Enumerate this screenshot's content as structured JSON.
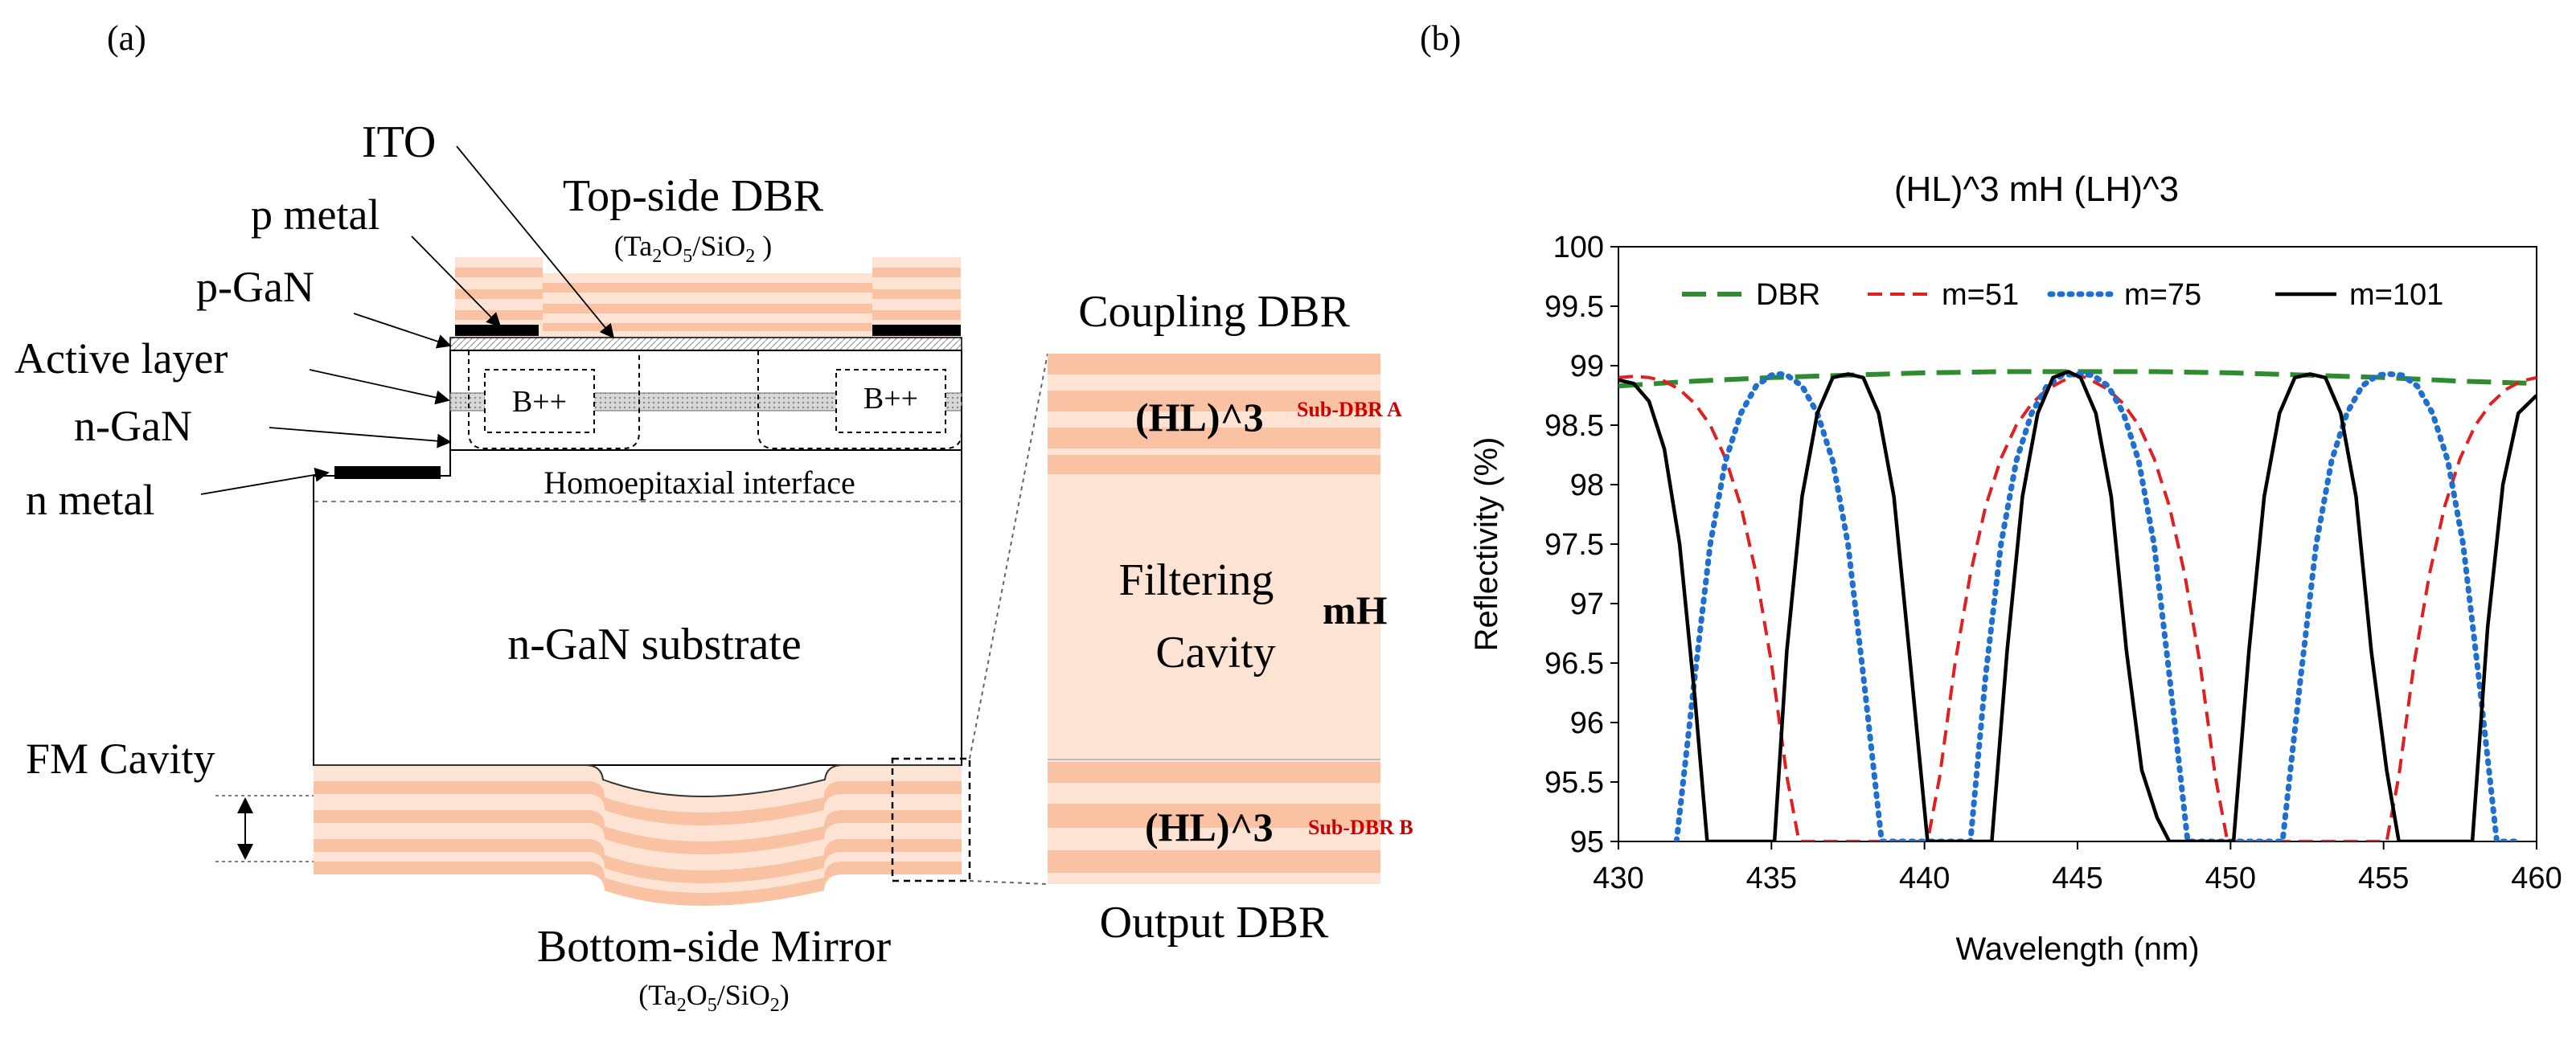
{
  "panel_a": {
    "panel_label": "(a)",
    "labels": {
      "ito": "ITO",
      "top_dbr": "Top-side DBR",
      "top_dbr_material": "(Ta2O5/SiO2 )",
      "p_metal": "p metal",
      "p_gan": "p-GaN",
      "active_layer": "Active layer",
      "n_gan": "n-GaN",
      "n_metal": "n metal",
      "b_left": "B++",
      "b_right": "B++",
      "homo_interface": "Homoepitaxial interface",
      "substrate": "n-GaN substrate",
      "fm_cavity": "FM Cavity",
      "bottom_mirror": "Bottom-side Mirror",
      "bottom_mirror_material": "(Ta2O5/SiO2)"
    },
    "colors": {
      "layer_light": "#fde3d3",
      "layer_dark": "#f8c2a3",
      "metal": "#000000"
    }
  },
  "zoom": {
    "coupling_dbr": "Coupling DBR",
    "output_dbr": "Output DBR",
    "hl_top": "(HL)^3",
    "sub_a": "Sub-DBR A",
    "hl_bottom": "(HL)^3",
    "sub_b": "Sub-DBR B",
    "filtering": "Filtering",
    "cavity": "Cavity",
    "mh": "mH",
    "sub_color": "#cc0000"
  },
  "panel_b": {
    "panel_label": "(b)",
    "chart_data": {
      "type": "line",
      "title": "(HL)^3 mH  (LH)^3",
      "xlabel": "Wavelength (nm)",
      "ylabel": "Reflectivity (%)",
      "xlim": [
        430,
        460
      ],
      "ylim": [
        95,
        100
      ],
      "xticks": [
        430,
        435,
        440,
        445,
        450,
        455,
        460
      ],
      "yticks": [
        95,
        95.5,
        96,
        96.5,
        97,
        97.5,
        98,
        98.5,
        99,
        99.5,
        100
      ],
      "ytick_labels": [
        "95",
        "95.5",
        "96",
        "96.5",
        "97",
        "97.5",
        "98",
        "98.5",
        "99",
        "99.5",
        "100"
      ],
      "grid": false,
      "legend_position": "top",
      "series": [
        {
          "name": "DBR",
          "color": "#2e8b2e",
          "dash": "long-dash",
          "x": [
            430,
            432.5,
            435,
            437.5,
            440,
            442.5,
            445,
            447.5,
            450,
            452.5,
            455,
            457.5,
            460
          ],
          "y": [
            98.83,
            98.87,
            98.9,
            98.92,
            98.94,
            98.95,
            98.95,
            98.95,
            98.94,
            98.92,
            98.9,
            98.87,
            98.85
          ]
        },
        {
          "name": "m=51",
          "color": "#e02020",
          "dash": "dash",
          "x": [
            430,
            430.5,
            431,
            431.5,
            432,
            432.5,
            433,
            433.5,
            434,
            434.5,
            435,
            435.5,
            435.9,
            440.1,
            440.5,
            441,
            441.5,
            442,
            442.5,
            443,
            443.5,
            444,
            444.5,
            445,
            445.5,
            446,
            446.5,
            447,
            447.5,
            448,
            448.5,
            449,
            449.5,
            449.9,
            455.1,
            455.5,
            456,
            456.5,
            457,
            457.5,
            458,
            458.5,
            459,
            459.5,
            460
          ],
          "y": [
            98.9,
            98.91,
            98.9,
            98.87,
            98.8,
            98.68,
            98.5,
            98.22,
            97.82,
            97.25,
            96.5,
            95.55,
            95,
            95,
            95.55,
            96.5,
            97.25,
            97.82,
            98.22,
            98.5,
            98.68,
            98.8,
            98.87,
            98.93,
            98.87,
            98.8,
            98.68,
            98.5,
            98.22,
            97.82,
            97.25,
            96.5,
            95.55,
            95,
            95,
            95.55,
            96.5,
            97.25,
            97.82,
            98.22,
            98.5,
            98.68,
            98.8,
            98.87,
            98.9
          ]
        },
        {
          "name": "m=75",
          "color": "#1e6fd0",
          "dash": "dot",
          "x": [
            431.9,
            432.5,
            433,
            433.5,
            434,
            434.5,
            435,
            435.3,
            435.5,
            436,
            436.5,
            437,
            437.5,
            438,
            438.6,
            441.5,
            442,
            442.5,
            443,
            443.5,
            444,
            444.5,
            445,
            445.5,
            446,
            446.5,
            447,
            447.5,
            448,
            448.6,
            451.7,
            452.3,
            452.8,
            453.3,
            453.8,
            454.3,
            454.8,
            455.2,
            455.6,
            456.1,
            456.6,
            457.1,
            457.6,
            458.1,
            458.7,
            459.3
          ],
          "y": [
            95,
            96.4,
            97.5,
            98.2,
            98.6,
            98.83,
            98.92,
            98.93,
            98.92,
            98.83,
            98.6,
            98.2,
            97.5,
            96.4,
            95,
            95,
            96.4,
            97.5,
            98.2,
            98.6,
            98.83,
            98.92,
            98.93,
            98.92,
            98.83,
            98.6,
            98.2,
            97.5,
            96.4,
            95,
            95,
            96.4,
            97.5,
            98.2,
            98.6,
            98.83,
            98.92,
            98.93,
            98.92,
            98.83,
            98.6,
            98.2,
            97.5,
            96.4,
            95,
            95
          ]
        },
        {
          "name": "m=101",
          "color": "#000000",
          "dash": "solid",
          "x": [
            430,
            430.5,
            431,
            431.5,
            432,
            432.5,
            432.9,
            435.1,
            435.5,
            436,
            436.5,
            437,
            437.5,
            438,
            438.5,
            439,
            439.5,
            440.1,
            442.2,
            442.7,
            443.2,
            443.7,
            444.2,
            444.7,
            445.1,
            445.6,
            446.1,
            446.6,
            447.1,
            447.6,
            448,
            450.1,
            450.6,
            451.1,
            451.6,
            452.1,
            452.6,
            453.1,
            453.6,
            454.1,
            454.6,
            455.1,
            455.5,
            457.9,
            458.4,
            458.9,
            459.4,
            460
          ],
          "y": [
            98.88,
            98.85,
            98.7,
            98.3,
            97.5,
            96.2,
            95,
            95,
            96.6,
            97.9,
            98.6,
            98.9,
            98.93,
            98.9,
            98.6,
            97.9,
            96.6,
            95,
            95,
            96.6,
            97.9,
            98.6,
            98.9,
            98.95,
            98.9,
            98.6,
            97.9,
            96.6,
            95.6,
            95.2,
            95,
            95,
            96.6,
            97.9,
            98.6,
            98.9,
            98.93,
            98.9,
            98.6,
            97.9,
            96.6,
            95.6,
            95,
            95,
            96.8,
            98.0,
            98.6,
            98.75
          ]
        }
      ]
    }
  }
}
